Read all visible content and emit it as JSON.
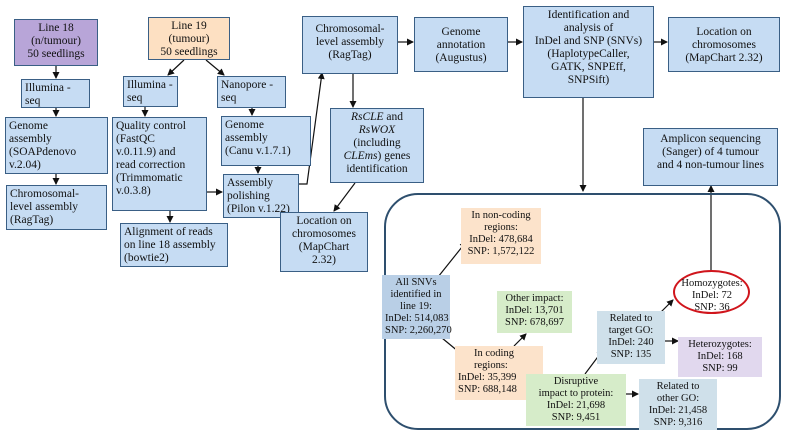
{
  "line18": {
    "l1": "Line 18",
    "l2": "(n/tumour)",
    "l3": "50 seedlings"
  },
  "line19": {
    "l1": "Line 19",
    "l2": "(tumour)",
    "l3": "50 seedlings"
  },
  "illumina_a": {
    "l1": "Illumina -",
    "l2": "seq"
  },
  "genome_asm": {
    "l1": "Genome",
    "l2": "assembly",
    "l3": "(SOAPdenovo",
    "l4": "v.2.04)"
  },
  "chrom_left": {
    "l1": "Chromosomal-",
    "l2": "level assembly",
    "l3": "(RagTag)"
  },
  "illumina_b": {
    "l1": "Illumina -",
    "l2": "seq"
  },
  "nanopore": {
    "l1": "Nanopore -",
    "l2": "seq"
  },
  "qc": {
    "l1": "Quality control",
    "l2": "(FastQC",
    "l3": "v.0.11.9) and",
    "l4": "read correction",
    "l5": "(Trimmomatic",
    "l6": "v.0.3.8)"
  },
  "genome_canu": {
    "l1": "Genome",
    "l2": "assembly",
    "l3": "(Canu v.1.7.1)"
  },
  "polish": {
    "l1": "Assembly",
    "l2": "polishing",
    "l3": "(Pilon v.1.22)"
  },
  "alignment": {
    "l1": "Alignment of reads",
    "l2": "on line 18 assembly",
    "l3": "(bowtie2)"
  },
  "chrom_mid": {
    "l1": "Chromosomal-",
    "l2": "level assembly",
    "l3": "(RagTag)"
  },
  "rscle": {
    "l1a": "RsCLE",
    "l1b": " and",
    "l2": "RsWOX",
    "l3": "(including",
    "l4a": "CLEms",
    "l4b": ") genes",
    "l5": "identification"
  },
  "loc_mid": {
    "l1": "Location on",
    "l2": "chromosomes",
    "l3": "(MapChart",
    "l4": "2.32)"
  },
  "annot": {
    "l1": "Genome",
    "l2": "annotation",
    "l3": "(Augustus)"
  },
  "snv_id": {
    "l1": "Identification and",
    "l2": "analysis of",
    "l3": "InDel and SNP (SNVs)",
    "l4": "(HaplotypeCaller,",
    "l5": "GATK, SNPEff,",
    "l6": "SNPSift)"
  },
  "loc_right": {
    "l1": "Location on",
    "l2": "chromosomes",
    "l3": "(MapChart 2.32)"
  },
  "amplicon": {
    "l1": "Amplicon sequencing",
    "l2": "(Sanger) of 4 tumour",
    "l3": "and 4 non-tumour lines"
  },
  "noncoding": {
    "l1": "In non-coding",
    "l2": "regions:",
    "l3": "InDel: 478,684",
    "l4": "SNP: 1,572,122"
  },
  "allsnv": {
    "l1": "All SNVs",
    "l2": "identified in",
    "l3": "line 19:",
    "l4": "InDel: 514,083",
    "l5": "SNP: 2,260,270"
  },
  "other_impact": {
    "l1": "Other impact:",
    "l2": "InDel: 13,701",
    "l3": "SNP: 678,697"
  },
  "coding": {
    "l1": "In coding",
    "l2": "regions:",
    "l3": "InDel: 35,399",
    "l4": "SNP: 688,148"
  },
  "disruptive": {
    "l1": "Disruptive",
    "l2": "impact to protein:",
    "l3": "InDel: 21,698",
    "l4": "SNP: 9,451"
  },
  "target_go": {
    "l1": "Related to",
    "l2": "target GO:",
    "l3": "InDel: 240",
    "l4": "SNP: 135"
  },
  "homo": {
    "l1": "Homozygotes:",
    "l2": "InDel: 72",
    "l3": "SNP: 36"
  },
  "hetero": {
    "l1": "Heterozygotes:",
    "l2": "InDel: 168",
    "l3": "SNP: 99"
  },
  "other_go": {
    "l1": "Related to",
    "l2": "other GO:",
    "l3": "InDel: 21,458",
    "l4": "SNP: 9,316"
  },
  "colors": {
    "box_blue": "#c6dcf3",
    "purple": "#b8a5d8",
    "peach": "#fde0c2",
    "green": "#d6ecc9",
    "highlight": "#d0151c"
  }
}
